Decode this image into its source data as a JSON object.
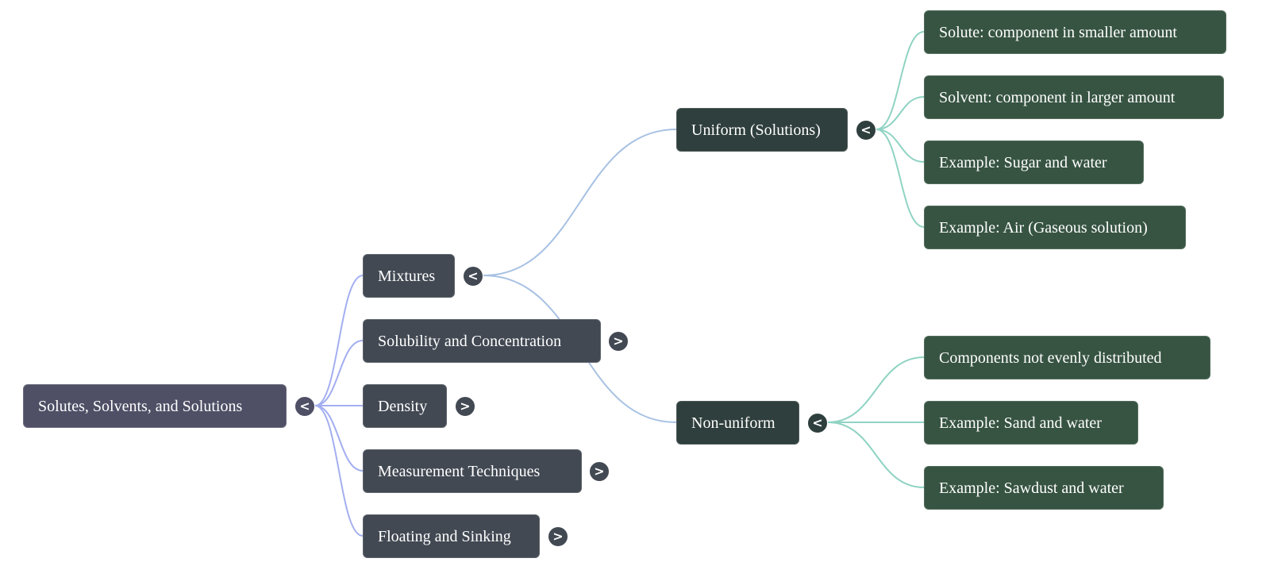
{
  "mindmap": {
    "colors": {
      "edge_level1": "#a3aef0",
      "edge_level2": "#a7c1e3",
      "edge_level3": "#8fd3c3"
    },
    "root": {
      "label": "Solutes, Solvents, and Solutions",
      "toggle": "<",
      "toggle_icon": "collapse-chevron"
    },
    "branches": [
      {
        "label": "Mixtures",
        "toggle": "<",
        "toggle_icon": "collapse-chevron",
        "children": [
          {
            "label": "Uniform (Solutions)",
            "toggle": "<",
            "toggle_icon": "collapse-chevron",
            "children": [
              "Solute: component in smaller amount",
              "Solvent: component in larger amount",
              "Example: Sugar and water",
              "Example: Air (Gaseous solution)"
            ]
          },
          {
            "label": "Non-uniform",
            "toggle": "<",
            "toggle_icon": "collapse-chevron",
            "children": [
              "Components not evenly distributed",
              "Example: Sand and water",
              "Example: Sawdust and water"
            ]
          }
        ]
      },
      {
        "label": "Solubility and Concentration",
        "toggle": ">",
        "toggle_icon": "expand-chevron"
      },
      {
        "label": "Density",
        "toggle": ">",
        "toggle_icon": "expand-chevron"
      },
      {
        "label": "Measurement Techniques",
        "toggle": ">",
        "toggle_icon": "expand-chevron"
      },
      {
        "label": "Floating and Sinking",
        "toggle": ">",
        "toggle_icon": "expand-chevron"
      }
    ]
  }
}
